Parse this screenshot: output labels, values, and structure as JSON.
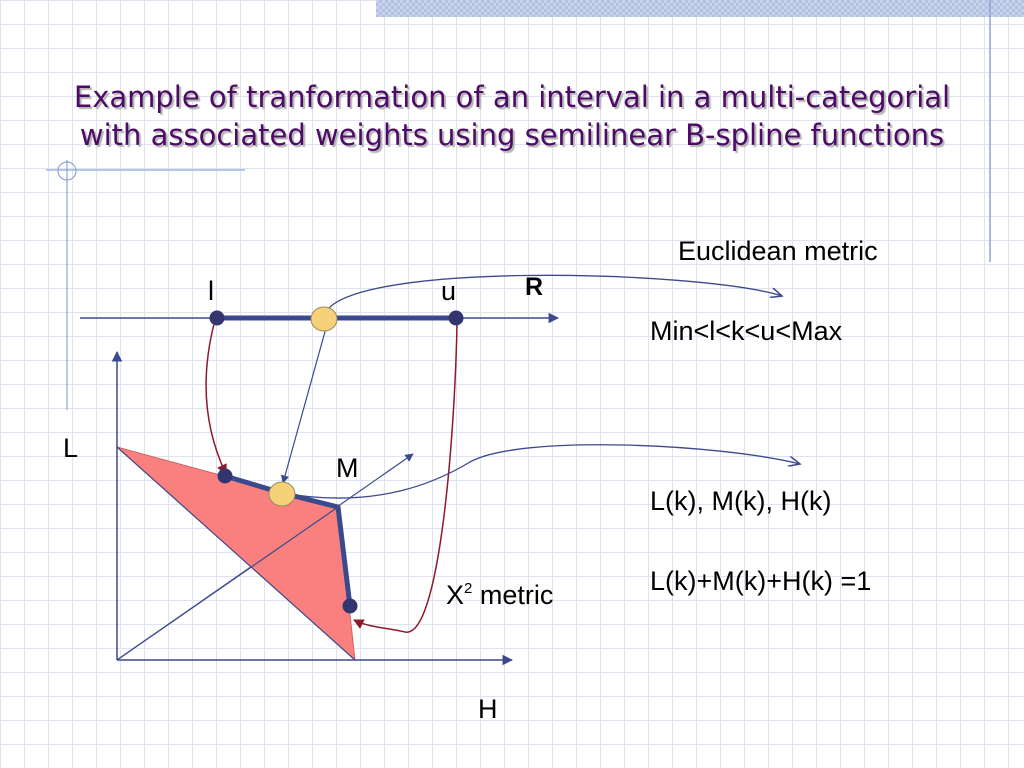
{
  "slide": {
    "title_line1": "Example of tranformation of an interval in a multi-categorial",
    "title_line2": "with associated weights using semilinear B-spline functions"
  },
  "labels": {
    "l": "l",
    "u": "u",
    "R": "R",
    "L": "L",
    "M": "M",
    "H": "H",
    "x2_base": "X",
    "x2_sup": "2",
    "x2_rest": " metric"
  },
  "notes": {
    "euclidean": "Euclidean metric",
    "order": "Min<l<k<u<Max",
    "functions": "L(k), M(k), H(k)",
    "sum": "L(k)+M(k)+H(k) =1"
  },
  "colors": {
    "title": "#4d0a66",
    "interval_line": "#3b4a8c",
    "endpoint": "#33366e",
    "midpoint": "#f5d27a",
    "triangle": "#fa8080",
    "mapping_arrow": "#8b1a2a",
    "grid": "#dfe3ef",
    "band": "#c9d3ec"
  }
}
